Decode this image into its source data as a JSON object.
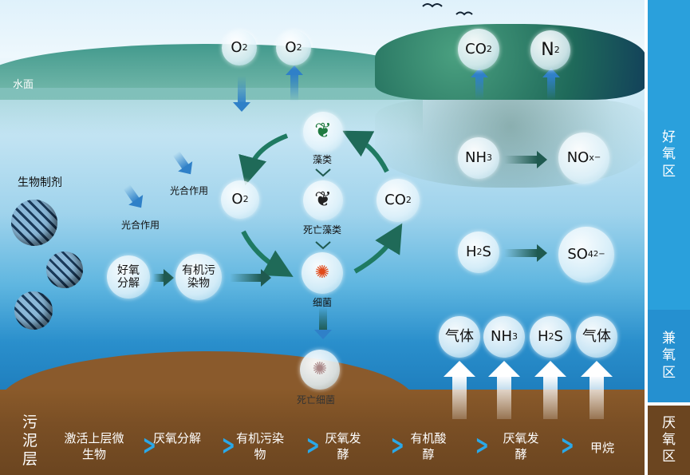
{
  "water_surface": "水面",
  "bio_agent": "生物制剂",
  "photosynthesis": [
    "光合作用",
    "光合作用"
  ],
  "top_gases": {
    "o2_in": "O",
    "o2_out": "O",
    "co2": "CO",
    "n2": "N",
    "sub": "2"
  },
  "nitrogen": {
    "nh3": "NH",
    "nh3_sub": "3",
    "nox": "NO",
    "nox_sub": "x",
    "nox_sup": "−"
  },
  "sulfur": {
    "h2s": "H",
    "h2s_sub": "2",
    "h2s_tail": "S",
    "so4": "SO",
    "so4_sub": "4",
    "so4_sup": "2−"
  },
  "cycle": {
    "algae": "藻类",
    "dead_algae": "死亡藻类",
    "bacteria": "细菌",
    "dead_bacteria": "死亡细菌",
    "o2": "O",
    "co2": "CO",
    "sub": "2"
  },
  "decomp": {
    "aerobic": "好氧分解",
    "organic": "有机污染物"
  },
  "released": {
    "gas1": "气体",
    "nh3": "NH",
    "nh3_sub": "3",
    "h2s": "H",
    "h2s_sub": "2",
    "h2s_tail": "S",
    "gas2": "气体"
  },
  "sludge_label": "污泥层",
  "process_steps": [
    "激活上层微生物",
    "厌氧分解",
    "有机污染物",
    "厌氧发酵",
    "有机酸醇",
    "厌氧发酵",
    "甲烷"
  ],
  "zones": {
    "aerobic": "好氧区",
    "facultative": "兼氧区",
    "anaerobic": "厌氧区"
  },
  "colors": {
    "zone_aerobic": "#2aa0dc",
    "zone_facultative": "#2590d0",
    "zone_anaerobic": "#6b4520",
    "chevron": "#2aa8e8",
    "cycle_arrow": "#1f6a58"
  }
}
